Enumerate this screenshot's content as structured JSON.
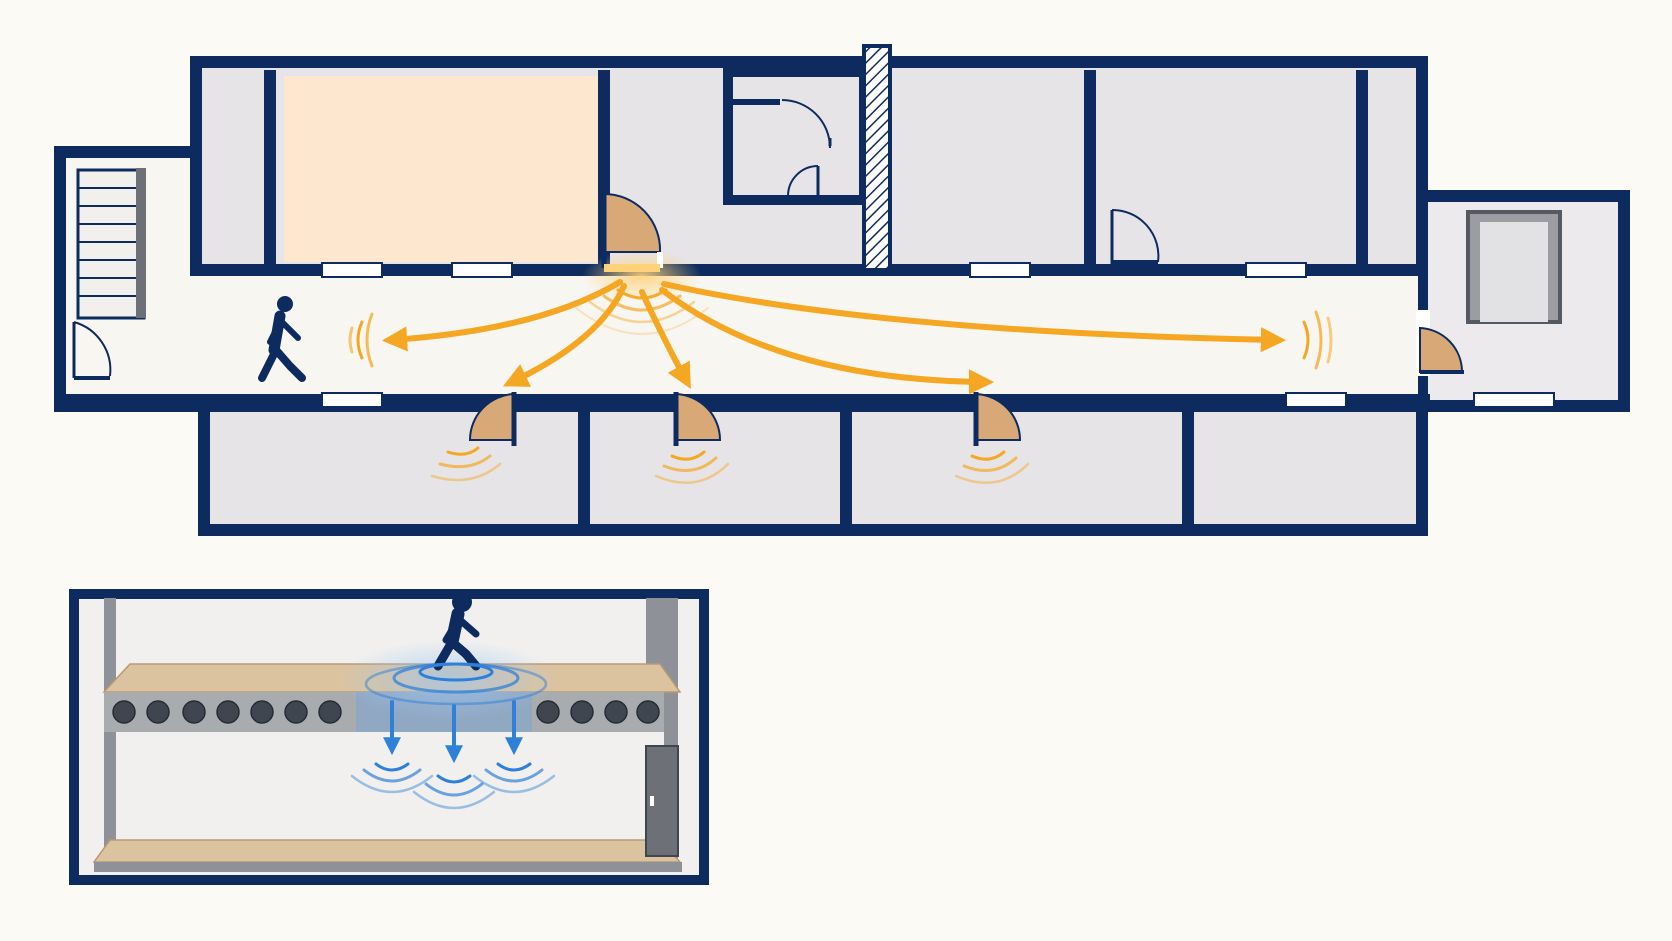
{
  "diagram": {
    "kind": "acoustic-floor-plan",
    "plan": {
      "sound_source": "slamming-door-icon",
      "propagation": "airborne",
      "source_paths": 5,
      "receiving_doors": 3,
      "walker": "walking-person-icon"
    },
    "section": {
      "propagation": "impact",
      "arrows": 3,
      "slab": "hollow-core-concrete-slab"
    },
    "colors": {
      "wall": "#0d2b5e",
      "room_fill": "#e6e4e6",
      "corridor_fill": "#f8f6f1",
      "highlight_room": "#fde7cf",
      "airborne_sound": "#f5a623",
      "impact_sound": "#2f80d8",
      "door_leaf": "#d9a877",
      "floor_board": "#dcc3a0",
      "slab": "#a9acae",
      "background": "#fcfaf5"
    }
  }
}
